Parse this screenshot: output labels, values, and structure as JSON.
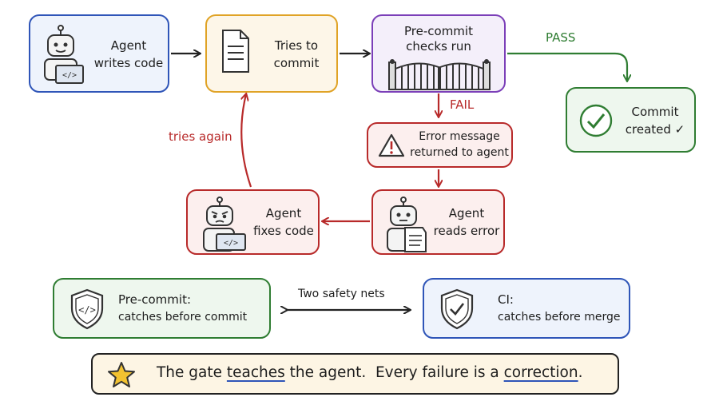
{
  "colors": {
    "blue": "#2f55b8",
    "yellow": "#e0a326",
    "purple": "#7b3fb8",
    "green": "#2f7d32",
    "red": "#b82a2a",
    "dark": "#222222"
  },
  "nodes": {
    "agent_writes": {
      "icon": "robot-laptop-icon",
      "line1": "Agent",
      "line2": "writes code"
    },
    "tries_commit": {
      "icon": "document-icon",
      "line1": "Tries to",
      "line2": "commit"
    },
    "precommit_checks": {
      "icon": "gate-icon",
      "line1": "Pre-commit",
      "line2": "checks run"
    },
    "commit_created": {
      "icon": "checkmark-circle-icon",
      "line1": "Commit",
      "line2": "created ✓"
    },
    "error_message": {
      "icon": "warning-triangle-icon",
      "line1": "Error message",
      "line2": "returned to agent"
    },
    "agent_reads": {
      "icon": "robot-reading-icon",
      "line1": "Agent",
      "line2": "reads error"
    },
    "agent_fixes": {
      "icon": "robot-laptop-frustrated-icon",
      "line1": "Agent",
      "line2": "fixes code"
    }
  },
  "edge_labels": {
    "pass": "PASS",
    "fail": "FAIL",
    "tries_again": "tries again"
  },
  "safety_nets": {
    "label": "Two safety nets",
    "precommit": {
      "icon": "shield-code-icon",
      "line1": "Pre-commit:",
      "line2": "catches before commit"
    },
    "ci": {
      "icon": "shield-check-icon",
      "line1": "CI:",
      "line2": "catches before merge"
    }
  },
  "takeaway": {
    "icon": "star-icon",
    "part1": "The gate ",
    "emph1": "teaches",
    "part2": " the agent.  Every failure is a ",
    "emph2": "correction",
    "part3": "."
  }
}
